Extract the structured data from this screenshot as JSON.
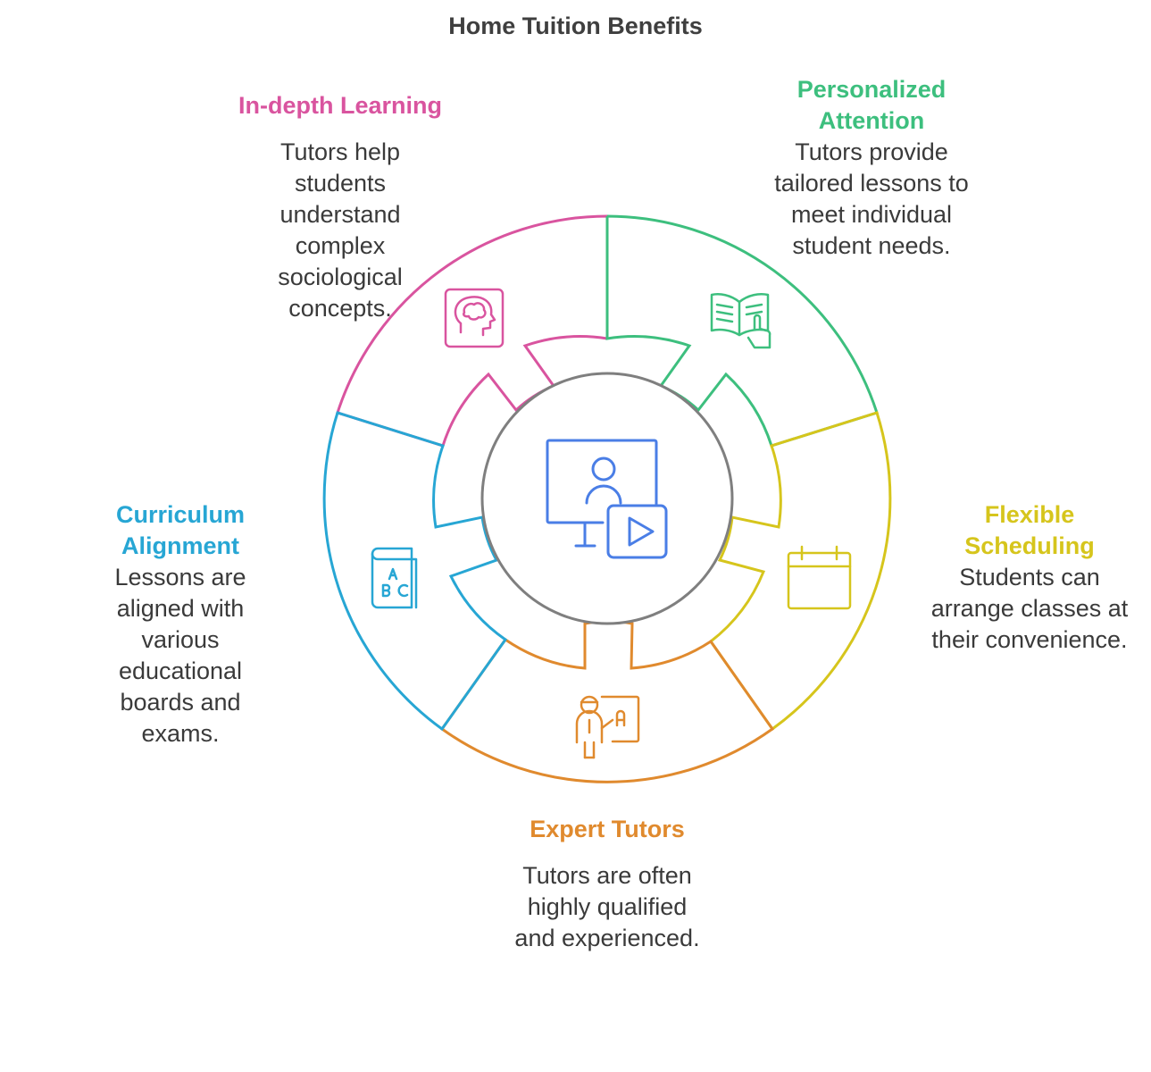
{
  "title": "Home Tuition Benefits",
  "colors": {
    "pink": "#d9549f",
    "green": "#3dbf7e",
    "yellow": "#d6c51c",
    "orange": "#e08a2e",
    "blue": "#27a6d4",
    "center_ring": "#7f7f7f",
    "center_icon": "#4a7ee6"
  },
  "segments": [
    {
      "key": "in_depth",
      "heading": "In-depth Learning",
      "description": "Tutors help students understand complex sociological concepts.",
      "color": "pink",
      "icon": "brain-head-icon"
    },
    {
      "key": "personalized",
      "heading": "Personalized Attention",
      "description": "Tutors provide tailored lessons to meet individual student needs.",
      "color": "green",
      "icon": "open-book-hand-icon"
    },
    {
      "key": "flexible",
      "heading": "Flexible Scheduling",
      "description": "Students can arrange classes at their convenience.",
      "color": "yellow",
      "icon": "calendar-icon"
    },
    {
      "key": "expert",
      "heading": "Expert Tutors",
      "description": "Tutors are often highly qualified and experienced.",
      "color": "orange",
      "icon": "teacher-board-icon"
    },
    {
      "key": "curriculum",
      "heading": "Curriculum Alignment",
      "description": "Lessons are aligned with various educational boards and exams.",
      "color": "blue",
      "icon": "abc-book-icon"
    }
  ],
  "center_icon": "online-lesson-icon"
}
